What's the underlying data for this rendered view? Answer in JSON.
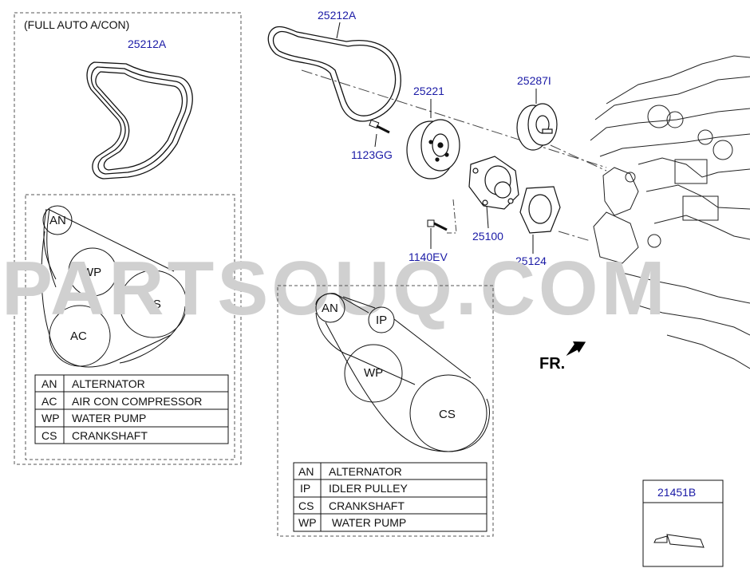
{
  "parts": [
    {
      "id": "25212A",
      "text": "25212A"
    },
    {
      "id": "25212A_full",
      "text": "25212A"
    },
    {
      "id": "25221",
      "text": "25221"
    },
    {
      "id": "25287I",
      "text": "25287I"
    },
    {
      "id": "1123GG",
      "text": "1123GG"
    },
    {
      "id": "25100",
      "text": "25100"
    },
    {
      "id": "1140EV",
      "text": "1140EV"
    },
    {
      "id": "25124",
      "text": "25124"
    },
    {
      "id": "21451B",
      "text": "21451B"
    }
  ],
  "full_auto_title": "(FULL AUTO A/CON)",
  "watermark": "PARTSOUQ.COM",
  "front_label": "FR.",
  "left_layout": {
    "pulleys": [
      "AN",
      "WP",
      "CS",
      "AC"
    ],
    "legend": [
      {
        "code": "AN",
        "name": "ALTERNATOR"
      },
      {
        "code": "AC",
        "name": "AIR CON COMPRESSOR"
      },
      {
        "code": "WP",
        "name": "WATER PUMP"
      },
      {
        "code": "CS",
        "name": "CRANKSHAFT"
      }
    ]
  },
  "right_layout": {
    "pulleys": [
      "AN",
      "IP",
      "WP",
      "CS"
    ],
    "legend": [
      {
        "code": "AN",
        "name": "ALTERNATOR"
      },
      {
        "code": "IP",
        "name": "IDLER PULLEY"
      },
      {
        "code": "CS",
        "name": "CRANKSHAFT"
      },
      {
        "code": "WP",
        "name": " WATER PUMP"
      }
    ]
  }
}
